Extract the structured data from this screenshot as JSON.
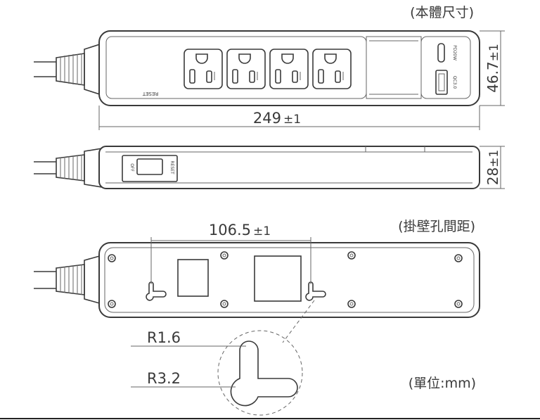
{
  "labels": {
    "body_size": "(本體尺寸)",
    "length": "249",
    "length_tol": "±1",
    "width": "46.7",
    "width_tol": "±1",
    "height": "28",
    "height_tol": "±1",
    "hole_spacing": "106.5",
    "hole_spacing_tol": "±1",
    "hole_spacing_title": "(掛壁孔間距)",
    "radius_small": "R1.6",
    "radius_large": "R3.2",
    "unit": "(單位:mm)"
  },
  "device_text": {
    "reset": "RESET",
    "usb_c": "PD20W",
    "usb_a": "QC3.0",
    "switch": "OFF"
  },
  "colors": {
    "line": "#3a3a3a",
    "background": "#ffffff"
  }
}
